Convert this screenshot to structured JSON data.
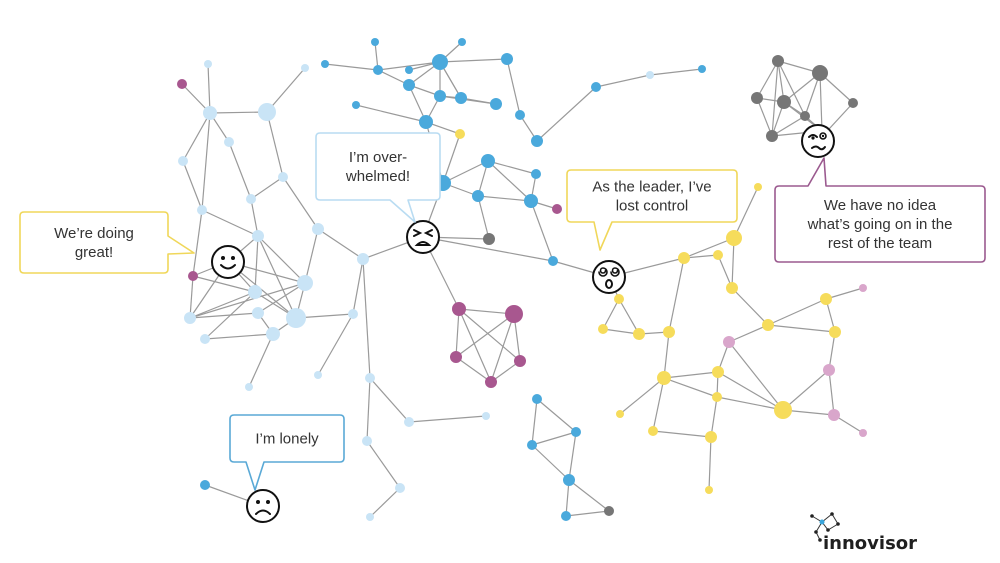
{
  "colors": {
    "edge": "#9a9a9a",
    "lightblue": "#c9e4f6",
    "blue": "#4aa9dc",
    "purple": "#a8578f",
    "yellow": "#f6dc5b",
    "grey": "#767676",
    "pink": "#d9a6cb",
    "logo_accent": "#3aa6dc"
  },
  "bubbles": [
    {
      "id": "doing-great",
      "lines": [
        "We’re doing",
        "great!"
      ],
      "border": "#f0d75a"
    },
    {
      "id": "overwhelmed",
      "lines": [
        "I’m over-",
        "whelmed!"
      ],
      "border": "#b9dcf2"
    },
    {
      "id": "lonely",
      "lines": [
        "I’m lonely"
      ],
      "border": "#5aa9d6"
    },
    {
      "id": "leader",
      "lines": [
        "As the leader, I’ve",
        "lost control"
      ],
      "border": "#f0d75a"
    },
    {
      "id": "no-idea",
      "lines": [
        "We have no idea",
        "what’s going on in the",
        "rest of the team"
      ],
      "border": "#9b5a8f"
    }
  ],
  "faces": [
    {
      "id": "happy",
      "icon": "happy-face-icon"
    },
    {
      "id": "stressed",
      "icon": "stressed-face-icon"
    },
    {
      "id": "sad",
      "icon": "sad-face-icon"
    },
    {
      "id": "dizzy",
      "icon": "dizzy-face-icon"
    },
    {
      "id": "wry",
      "icon": "wry-face-icon"
    }
  ],
  "logo": {
    "text": "innovisor",
    "icon": "network-logo-icon"
  }
}
